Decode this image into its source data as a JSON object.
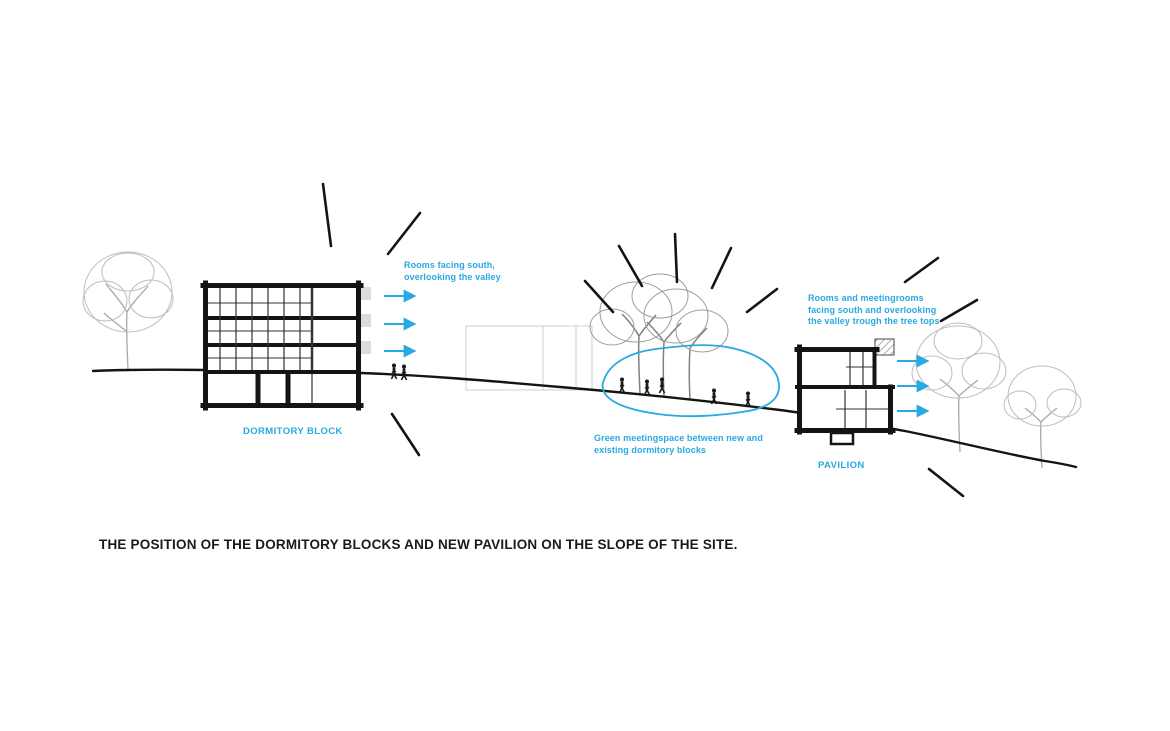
{
  "colors": {
    "accent_blue": "#29A9E2",
    "ink_black": "#141414",
    "sketch_gray": "#bdbdbd"
  },
  "diagram": {
    "dormitory": {
      "label": "DORMITORY BLOCK",
      "annotation": "Rooms facing south,\noverlooking the valley"
    },
    "pavilion": {
      "label": "PAVILION",
      "annotation": "Rooms and meetingrooms\nfacing south and overlooking\nthe valley trough the tree tops"
    },
    "green_space": {
      "annotation": "Green meetingspace between new and\nexisting dormitory blocks"
    }
  },
  "caption": "THE POSITION OF THE DORMITORY BLOCKS AND NEW PAVILION ON THE SLOPE OF THE SITE."
}
